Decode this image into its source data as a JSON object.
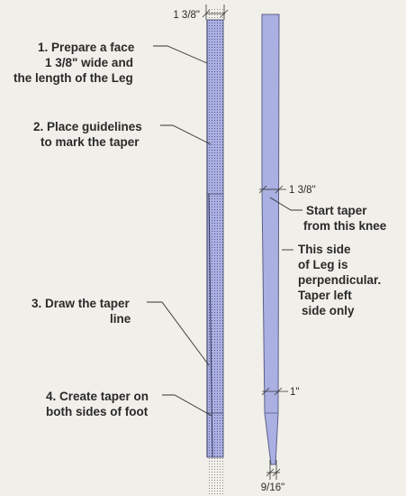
{
  "steps": [
    {
      "lines": [
        "1. Prepare a face",
        "1 3/8\" wide and",
        "the length of the Leg"
      ]
    },
    {
      "lines": [
        "2. Place guidelines",
        "to mark the taper"
      ]
    },
    {
      "lines": [
        "3. Draw the taper",
        "line"
      ]
    },
    {
      "lines": [
        "4. Create taper on",
        "both sides of foot"
      ]
    }
  ],
  "notes": [
    {
      "lines": [
        "Start taper",
        "from this knee"
      ]
    },
    {
      "lines": [
        "This side",
        "of Leg is",
        "perpendicular.",
        "Taper left",
        "side only"
      ]
    }
  ],
  "dimensions": {
    "top_width": "1 3/8\"",
    "knee_width": "1 3/8\"",
    "lower_width": "1\"",
    "foot_width": "9/16\""
  },
  "colors": {
    "background": "#f1efe9",
    "leg_fill": "#aab0e2",
    "leg_stroke": "#5b5f86",
    "dot_pattern": "#3a3f66",
    "annotation_line": "#333333"
  }
}
